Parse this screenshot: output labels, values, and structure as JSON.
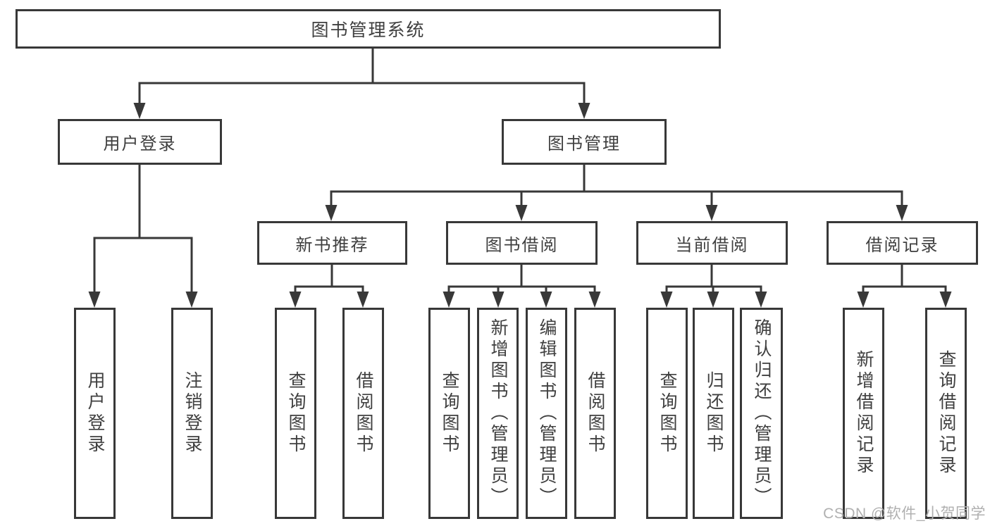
{
  "tree": {
    "label": "图书管理系统",
    "children": [
      {
        "label": "用户登录",
        "children": [
          {
            "label": "用户登录"
          },
          {
            "label": "注销登录"
          }
        ]
      },
      {
        "label": "图书管理",
        "children": [
          {
            "label": "新书推荐",
            "children": [
              {
                "label": "查询图书"
              },
              {
                "label": "借阅图书"
              }
            ]
          },
          {
            "label": "图书借阅",
            "children": [
              {
                "label": "查询图书"
              },
              {
                "label": "新增图书（管理员）"
              },
              {
                "label": "编辑图书（管理员）"
              },
              {
                "label": "借阅图书"
              }
            ]
          },
          {
            "label": "当前借阅",
            "children": [
              {
                "label": "查询图书"
              },
              {
                "label": "归还图书"
              },
              {
                "label": "确认归还（管理员）"
              }
            ]
          },
          {
            "label": "借阅记录",
            "children": [
              {
                "label": "新增借阅记录"
              },
              {
                "label": "查询借阅记录"
              }
            ]
          }
        ]
      }
    ]
  },
  "watermark": "CSDN @软件_小贺同学",
  "colors": {
    "line": "#383838",
    "text": "#3f3f3f",
    "watermark": "#b0b0b0",
    "background": "#ffffff"
  }
}
